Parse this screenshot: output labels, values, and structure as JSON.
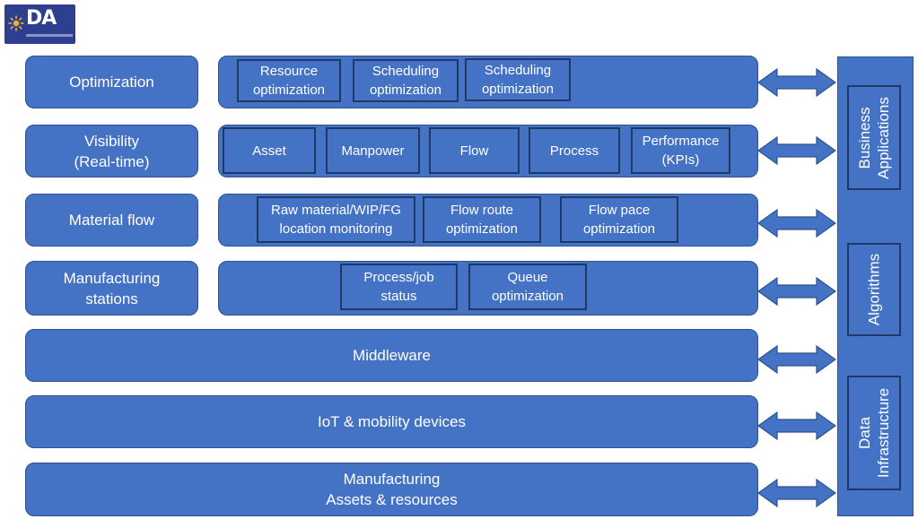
{
  "logo": {
    "text": "DA"
  },
  "rows": [
    {
      "label": "Optimization",
      "items": [
        "Resource\noptimization",
        "Scheduling\noptimization",
        "Scheduling\noptimization"
      ]
    },
    {
      "label": "Visibility\n(Real-time)",
      "items": [
        "Asset",
        "Manpower",
        "Flow",
        "Process",
        "Performance\n(KPIs)"
      ]
    },
    {
      "label": "Material flow",
      "items": [
        "Raw material/WIP/FG\nlocation monitoring",
        "Flow route\noptimization",
        "Flow pace\noptimization"
      ]
    },
    {
      "label": "Manufacturing\nstations",
      "items": [
        "Process/job\nstatus",
        "Queue\noptimization"
      ]
    }
  ],
  "wide_bars": [
    {
      "label": "Middleware"
    },
    {
      "label": "IoT & mobility devices"
    },
    {
      "label": "Manufacturing\nAssets & resources"
    }
  ],
  "right_column": [
    {
      "label": "Business\nApplications"
    },
    {
      "label": "Algorithms"
    },
    {
      "label": "Data\nInfrastructure"
    }
  ],
  "colors": {
    "fill": "#4472c4",
    "inner_border": "#1f3864",
    "outer_border": "#2f528f",
    "text": "#ffffff",
    "logo_bg": "#2f3f8f"
  }
}
